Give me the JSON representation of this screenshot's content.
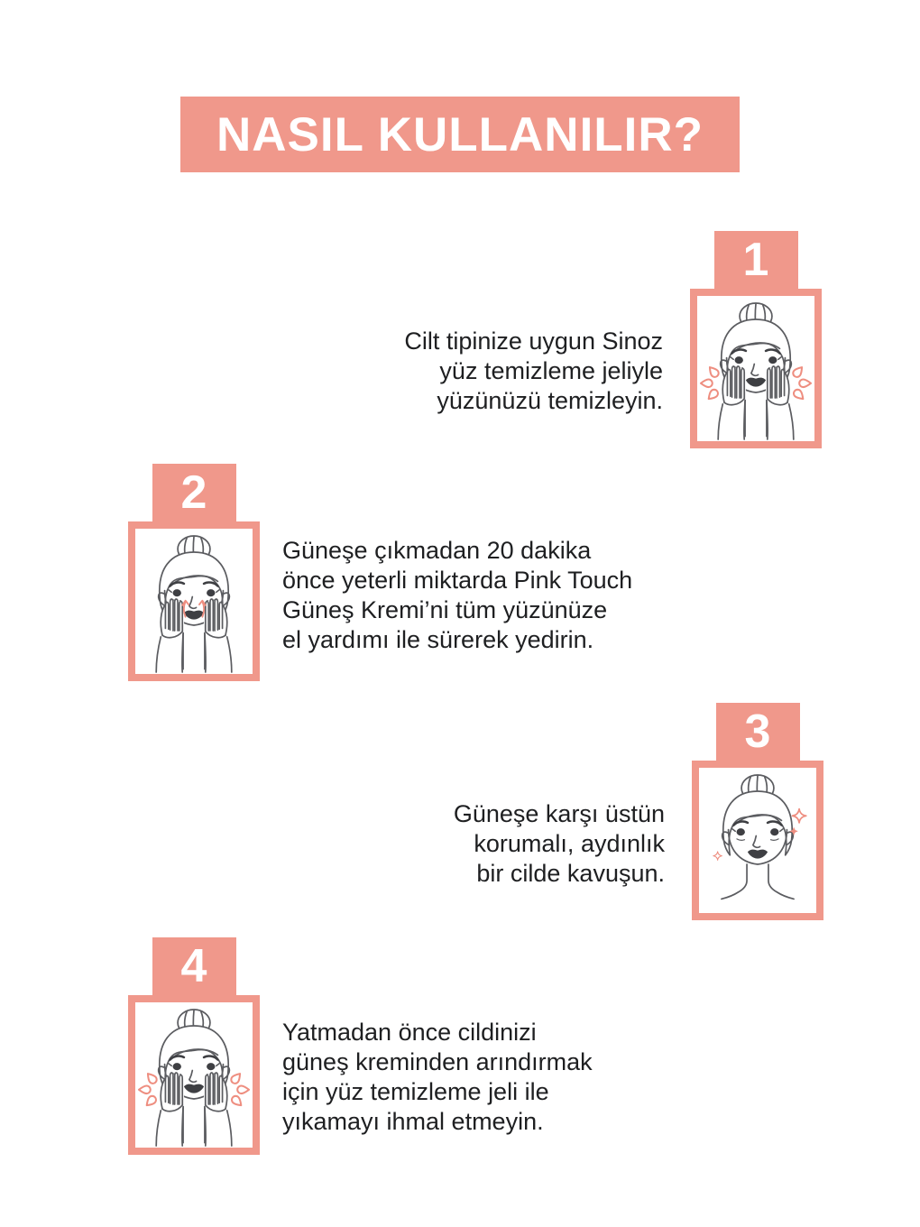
{
  "title": {
    "text": "NASIL KULLANILIR?"
  },
  "colors": {
    "accent_salmon": "#F0988B",
    "illustration_accent": "#EE8E80",
    "illustration_line": "#5B5C60",
    "facial_dark": "#3E3F43",
    "text_dark": "#1E1F21",
    "title_text": "#FFFFFF"
  },
  "steps": [
    {
      "number": "1",
      "icon": "face-wash-icon",
      "text": "Cilt tipinize uygun Sinoz\nyüz temizleme jeliyle\nyüzünüzü temizleyin.",
      "text_align": "right"
    },
    {
      "number": "2",
      "icon": "cream-apply-icon",
      "text": "Güneşe çıkmadan 20 dakika\nönce yeterli miktarda Pink Touch\nGüneş Kremi’ni tüm yüzünüze\nel yardımı ile sürerek yedirin.",
      "text_align": "left"
    },
    {
      "number": "3",
      "icon": "radiant-face-icon",
      "text": "Güneşe karşı üstün\nkorumalı, aydınlık\nbir cilde kavuşun.",
      "text_align": "right"
    },
    {
      "number": "4",
      "icon": "face-wash-icon",
      "text": "Yatmadan önce cildinizi\ngüneş kreminden arındırmak\niçin yüz temizleme jeli ile\nyıkamayı ihmal etmeyin.",
      "text_align": "left"
    }
  ]
}
